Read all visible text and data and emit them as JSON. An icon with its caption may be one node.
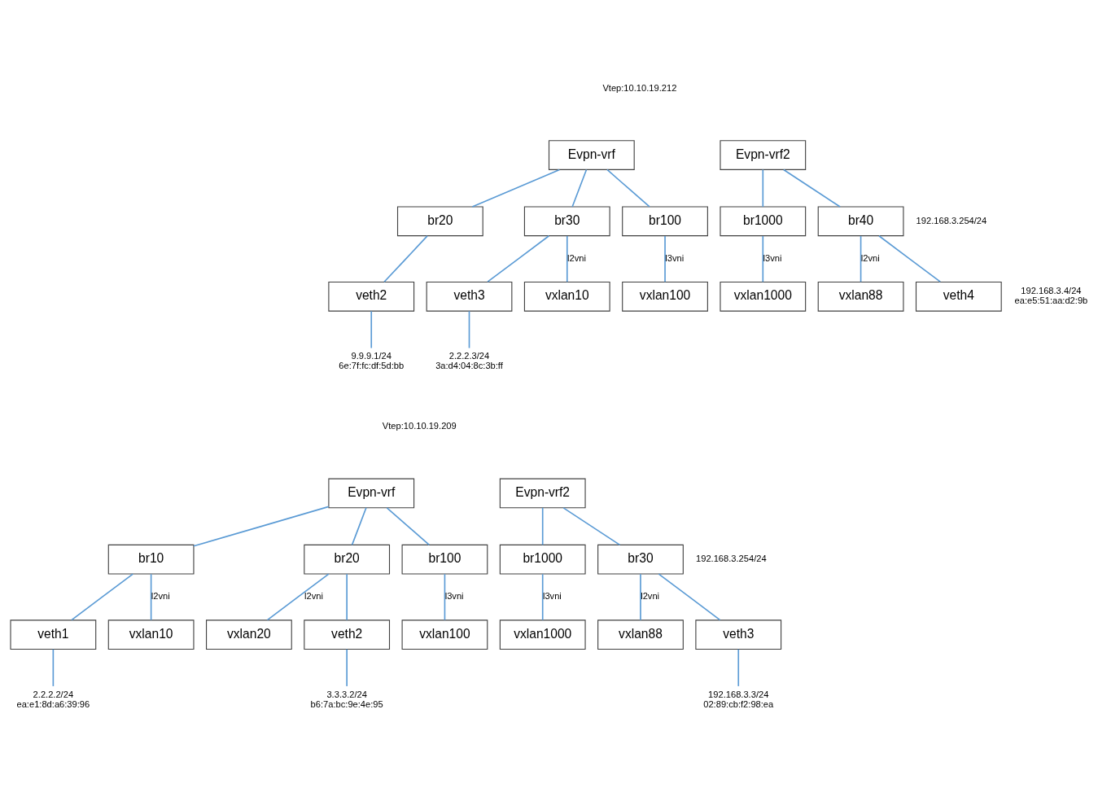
{
  "diagram": {
    "nodes": [
      {
        "text": [
          "Evpn-vrf"
        ]
      },
      {
        "text": [
          "Evpn-vrf2"
        ]
      },
      {
        "text": [
          "br20"
        ]
      },
      {
        "text": [
          "br30"
        ]
      },
      {
        "text": [
          "br100"
        ]
      },
      {
        "text": [
          "br1000"
        ]
      },
      {
        "text": [
          "br40"
        ],
        "beside": [
          "192.168.3.254/24"
        ]
      },
      {
        "text": [
          "veth2"
        ]
      },
      {
        "text": [
          "veth3"
        ]
      },
      {
        "text": [
          "vxlan10"
        ]
      },
      {
        "text": [
          "vxlan100"
        ]
      },
      {
        "text": [
          "vxlan1000"
        ]
      },
      {
        "text": [
          "vxlan88"
        ]
      },
      {
        "text": [
          "veth4"
        ],
        "beside": [
          "192.168.3.4/24",
          "ea:e5:51:aa:d2:9b"
        ]
      },
      {
        "text": [
          "9.9.9.1/24",
          "6e:7f:fc:df:5d:bb"
        ]
      },
      {
        "text": [
          "2.2.2.3/24",
          "3a:d4:04:8c:3b:ff"
        ]
      },
      {
        "text": [
          "Evpn-vrf"
        ]
      },
      {
        "text": [
          "Evpn-vrf2"
        ]
      },
      {
        "text": [
          "br10"
        ]
      },
      {
        "text": [
          "br20"
        ]
      },
      {
        "text": [
          "br100"
        ]
      },
      {
        "text": [
          "br1000"
        ]
      },
      {
        "text": [
          "br30"
        ],
        "beside": [
          "192.168.3.254/24"
        ]
      },
      {
        "text": [
          "veth1"
        ]
      },
      {
        "text": [
          "vxlan10"
        ]
      },
      {
        "text": [
          "vxlan20"
        ]
      },
      {
        "text": [
          "veth2"
        ]
      },
      {
        "text": [
          "vxlan100"
        ]
      },
      {
        "text": [
          "vxlan1000"
        ]
      },
      {
        "text": [
          "vxlan88"
        ]
      },
      {
        "text": [
          "veth3"
        ]
      },
      {
        "text": [
          "2.2.2.2/24",
          "ea:e1:8d:a6:39:96"
        ]
      },
      {
        "text": [
          "3.3.3.2/24",
          "b6:7a:bc:9e:4e:95"
        ]
      },
      {
        "text": [
          "192.168.3.3/24",
          "02:89:cb:f2:98:ea"
        ]
      }
    ],
    "edges": [
      {
        "from": 0,
        "to": 2,
        "arrow": "none"
      },
      {
        "from": 0,
        "to": 3,
        "arrow": "none"
      },
      {
        "from": 0,
        "to": 4,
        "arrow": "none"
      },
      {
        "from": 2,
        "to": 7,
        "arrow": "none"
      },
      {
        "from": 3,
        "to": 8,
        "arrow": "none"
      },
      {
        "from": 3,
        "to": 9,
        "arrow": "none",
        "label": "l2vni"
      },
      {
        "from": 4,
        "to": 10,
        "arrow": "none",
        "label": "l3vni"
      },
      {
        "from": 7,
        "to": 14,
        "arrow": "none"
      },
      {
        "from": 8,
        "to": 15,
        "arrow": "none"
      },
      {
        "from": 1,
        "to": 5,
        "arrow": "none"
      },
      {
        "from": 1,
        "to": 6,
        "arrow": "none"
      },
      {
        "from": 5,
        "to": 11,
        "arrow": "none",
        "label": "l3vni"
      },
      {
        "from": 6,
        "to": 12,
        "arrow": "none",
        "label": "l2vni"
      },
      {
        "from": 6,
        "to": 13,
        "arrow": "none"
      },
      {
        "from": 16,
        "to": 18,
        "arrow": "none"
      },
      {
        "from": 16,
        "to": 19,
        "arrow": "none"
      },
      {
        "from": 16,
        "to": 20,
        "arrow": "none"
      },
      {
        "from": 18,
        "to": 23,
        "arrow": "none"
      },
      {
        "from": 18,
        "to": 24,
        "arrow": "none",
        "label": "l2vni"
      },
      {
        "from": 19,
        "to": 25,
        "arrow": "none",
        "label": "l2vni"
      },
      {
        "from": 19,
        "to": 26,
        "arrow": "none"
      },
      {
        "from": 20,
        "to": 27,
        "arrow": "none",
        "label": "l3vni"
      },
      {
        "from": 23,
        "to": 31,
        "arrow": "none"
      },
      {
        "from": 26,
        "to": 32,
        "arrow": "none"
      },
      {
        "from": 17,
        "to": 21,
        "arrow": "none"
      },
      {
        "from": 17,
        "to": 22,
        "arrow": "none"
      },
      {
        "from": 21,
        "to": 28,
        "arrow": "none",
        "label": "l3vni"
      },
      {
        "from": 22,
        "to": 29,
        "arrow": "none",
        "label": "l2vni"
      },
      {
        "from": 22,
        "to": 30,
        "arrow": "none"
      },
      {
        "from": 30,
        "to": 33,
        "arrow": "none"
      }
    ],
    "labels": [
      "Vtep:10.10.19.212",
      "Vtep:10.10.19.209"
    ]
  }
}
